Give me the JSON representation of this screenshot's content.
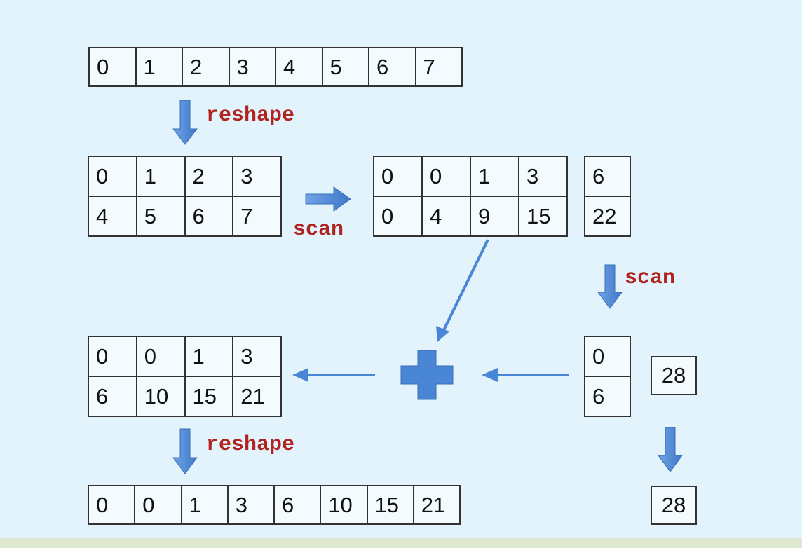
{
  "input_row": [
    "0",
    "1",
    "2",
    "3",
    "4",
    "5",
    "6",
    "7"
  ],
  "reshape_label_top": "reshape",
  "reshaped_grid": [
    [
      "0",
      "1",
      "2",
      "3"
    ],
    [
      "4",
      "5",
      "6",
      "7"
    ]
  ],
  "scan_label_1": "scan",
  "scanned_grid": [
    [
      "0",
      "0",
      "1",
      "3"
    ],
    [
      "0",
      "4",
      "9",
      "15"
    ]
  ],
  "row_totals": [
    "6",
    "22"
  ],
  "scan_label_2": "scan",
  "scanned_totals": [
    "0",
    "6"
  ],
  "grand_total": "28",
  "result_grid": [
    [
      "0",
      "0",
      "1",
      "3"
    ],
    [
      "6",
      "10",
      "15",
      "21"
    ]
  ],
  "reshape_label_bottom": "reshape",
  "output_row": [
    "0",
    "0",
    "1",
    "3",
    "6",
    "10",
    "15",
    "21"
  ],
  "output_total": "28",
  "colors": {
    "arrow": "#4a86d6",
    "label": "#b0231f",
    "background": "#e3f3fb"
  }
}
